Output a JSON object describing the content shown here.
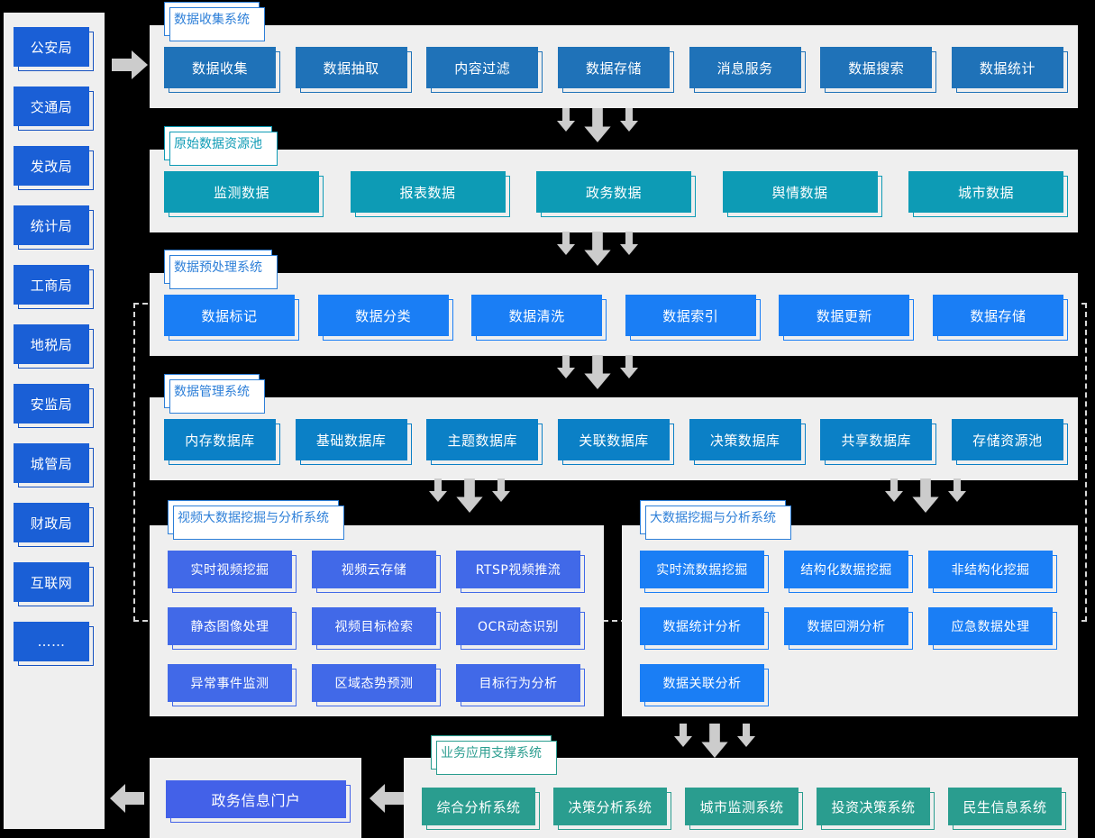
{
  "sidebar": {
    "name": "government-departments",
    "items": [
      {
        "label": "公安局"
      },
      {
        "label": "交通局"
      },
      {
        "label": "发改局"
      },
      {
        "label": "统计局"
      },
      {
        "label": "工商局"
      },
      {
        "label": "地税局"
      },
      {
        "label": "安监局"
      },
      {
        "label": "城管局"
      },
      {
        "label": "财政局"
      },
      {
        "label": "互联网"
      },
      {
        "label": "……"
      }
    ]
  },
  "colors": {
    "collection_blue": "#1f72b8",
    "pool_teal": "#0d9bb5",
    "preprocess_blue": "#1a7ef5",
    "manage_blue": "#0b80c6",
    "mining_indigo": "#4169e8",
    "portal_indigo": "#4361e8",
    "support_green": "#2a9d8f",
    "panel_bg": "#efefef",
    "page_bg": "#000000",
    "arrow_gray": "#cccccc",
    "sidebar_dept": "#1a5fd6"
  },
  "layers": [
    {
      "id": "collection",
      "tab": "数据收集系统",
      "tab_style": "blue",
      "box_color": "collection_blue",
      "items": [
        "数据收集",
        "数据抽取",
        "内容过滤",
        "数据存储",
        "消息服务",
        "数据搜索",
        "数据统计"
      ]
    },
    {
      "id": "raw-pool",
      "tab": "原始数据资源池",
      "tab_style": "teal",
      "box_color": "pool_teal",
      "items": [
        "监测数据",
        "报表数据",
        "政务数据",
        "舆情数据",
        "城市数据"
      ]
    },
    {
      "id": "preprocess",
      "tab": "数据预处理系统",
      "tab_style": "blue",
      "box_color": "preprocess_blue",
      "items": [
        "数据标记",
        "数据分类",
        "数据清洗",
        "数据索引",
        "数据更新",
        "数据存储"
      ]
    },
    {
      "id": "management",
      "tab": "数据管理系统",
      "tab_style": "blue",
      "box_color": "manage_blue",
      "items": [
        "内存数据库",
        "基础数据库",
        "主题数据库",
        "关联数据库",
        "决策数据库",
        "共享数据库",
        "存储资源池"
      ]
    }
  ],
  "mining_left": {
    "id": "video-mining",
    "tab": "视频大数据挖掘与分析系统",
    "tab_style": "blue",
    "box_color": "mining_indigo",
    "rows": [
      [
        "实时视频挖掘",
        "视频云存储",
        "RTSP视频推流"
      ],
      [
        "静态图像处理",
        "视频目标检索",
        "OCR动态识别"
      ],
      [
        "异常事件监测",
        "区域态势预测",
        "目标行为分析"
      ]
    ]
  },
  "mining_right": {
    "id": "bigdata-mining",
    "tab": "大数据挖掘与分析系统",
    "tab_style": "blue",
    "box_color": "preprocess_blue",
    "rows": [
      [
        "实时流数据挖掘",
        "结构化数据挖掘",
        "非结构化挖掘"
      ],
      [
        "数据统计分析",
        "数据回溯分析",
        "应急数据处理"
      ],
      [
        "数据关联分析"
      ]
    ]
  },
  "portal": {
    "id": "portal",
    "label": "政务信息门户",
    "box_color": "portal_indigo"
  },
  "support": {
    "id": "business-support",
    "tab": "业务应用支撑系统",
    "tab_style": "green",
    "box_color": "support_green",
    "items": [
      "综合分析系统",
      "决策分析系统",
      "城市监测系统",
      "投资决策系统",
      "民生信息系统"
    ]
  },
  "arrows": {
    "in_right": "right-arrow",
    "down": "down-arrow",
    "out_left": "left-arrow"
  }
}
